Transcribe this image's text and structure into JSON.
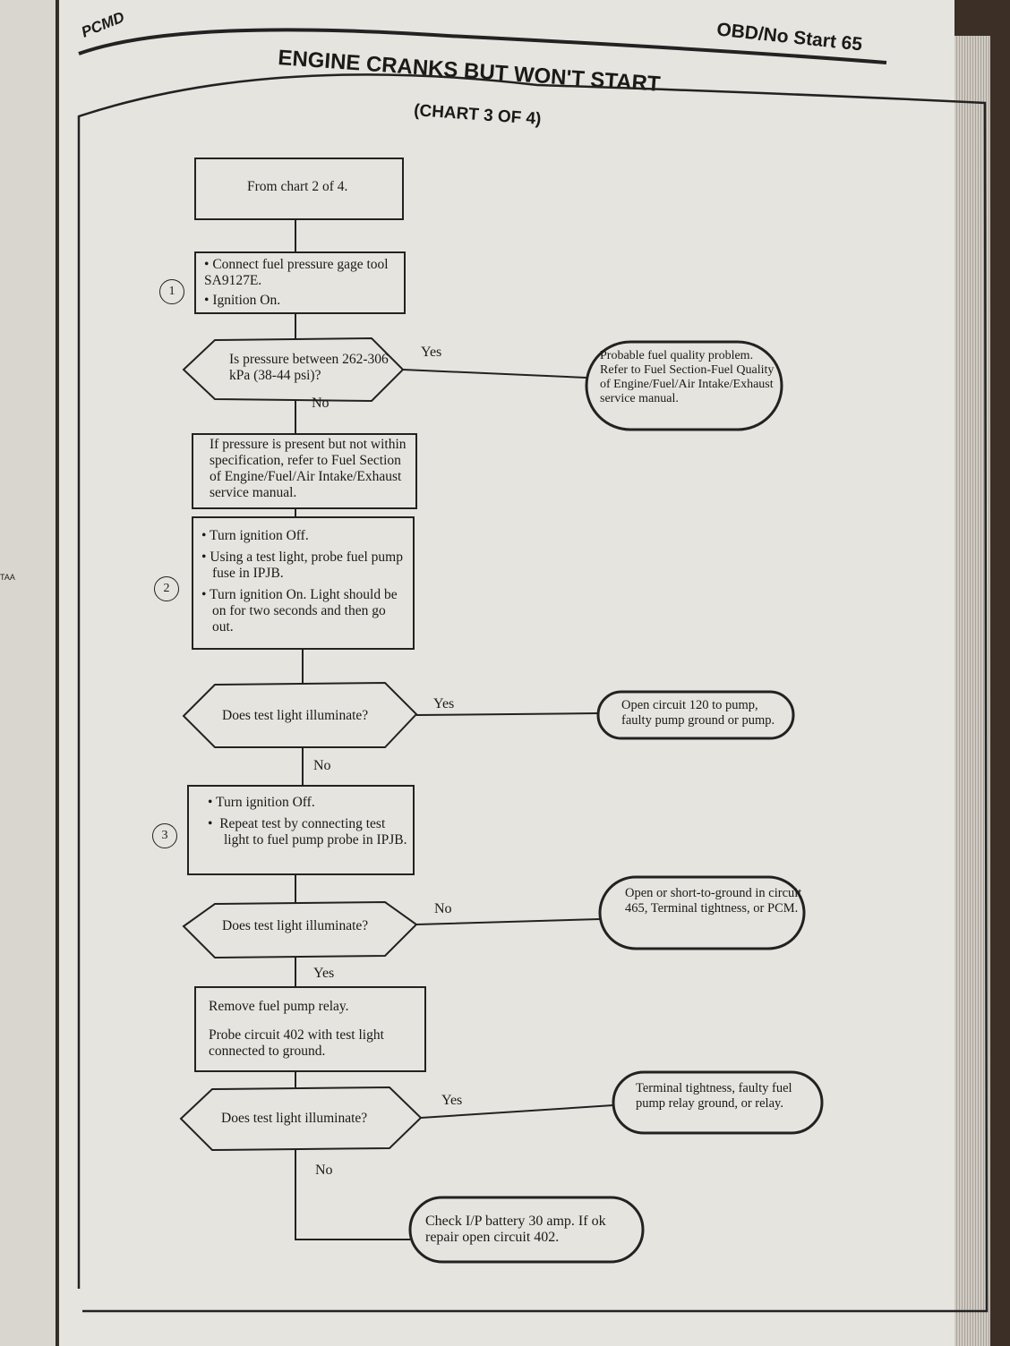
{
  "header": {
    "section": "PCMD",
    "page_ref": "OBD/No Start 65",
    "left_page_fragment": "TAA"
  },
  "title": "ENGINE CRANKS BUT WON'T START",
  "subtitle": "(CHART 3 OF 4)",
  "flow": {
    "start": "From chart 2 of 4.",
    "step1": {
      "num": "1",
      "bullets": [
        "Connect fuel pressure gage tool SA9127E.",
        "Ignition On."
      ]
    },
    "q1": {
      "text": "Is pressure between 262-306 kPa (38-44 psi)?",
      "yes": "Yes",
      "no": "No",
      "yes_result": "Probable fuel quality problem. Refer to Fuel Section-Fuel Quality of Engine/Fuel/Air Intake/Exhaust service manual."
    },
    "note": "If pressure is present but not within specification, refer to Fuel Section of Engine/Fuel/Air Intake/Exhaust service manual.",
    "step2": {
      "num": "2",
      "bullets": [
        "Turn ignition Off.",
        "Using a test light, probe fuel pump fuse in IPJB.",
        "Turn ignition On. Light should be on for two seconds and then go out."
      ]
    },
    "q2": {
      "text": "Does test light illuminate?",
      "yes": "Yes",
      "no": "No",
      "yes_result": "Open circuit 120 to pump, faulty pump ground or pump."
    },
    "step3": {
      "num": "3",
      "bullets": [
        "Turn ignition Off.",
        "Repeat test by connecting test light to fuel pump probe in IPJB."
      ]
    },
    "q3": {
      "text": "Does test light illuminate?",
      "yes": "Yes",
      "no": "No",
      "no_result": "Open or short-to-ground in circuit 465, Terminal tightness, or PCM."
    },
    "step4": {
      "line1": "Remove fuel pump relay.",
      "line2": "Probe circuit 402 with test light connected to ground."
    },
    "q4": {
      "text": "Does test light illuminate?",
      "yes": "Yes",
      "no": "No",
      "yes_result": "Terminal tightness, faulty fuel pump relay ground, or relay.",
      "no_result": "Check I/P battery 30 amp. If ok repair open circuit 402."
    }
  }
}
